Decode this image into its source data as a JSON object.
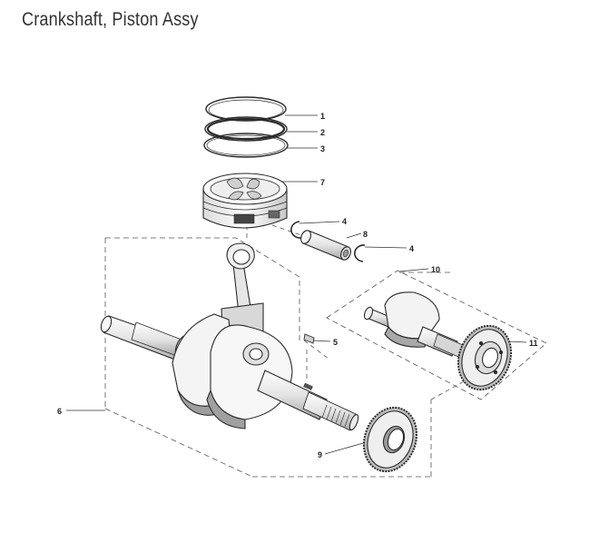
{
  "title": "Crankshaft, Piston Assy",
  "callouts": [
    {
      "id": "c1",
      "label": "1"
    },
    {
      "id": "c2",
      "label": "2"
    },
    {
      "id": "c3",
      "label": "3"
    },
    {
      "id": "c7",
      "label": "7"
    },
    {
      "id": "c4a",
      "label": "4"
    },
    {
      "id": "c8",
      "label": "8"
    },
    {
      "id": "c4b",
      "label": "4"
    },
    {
      "id": "c10",
      "label": "10"
    },
    {
      "id": "c5",
      "label": "5"
    },
    {
      "id": "c11",
      "label": "11"
    },
    {
      "id": "c6",
      "label": "6"
    },
    {
      "id": "c9",
      "label": "9"
    }
  ],
  "colors": {
    "line": "#2a2a2a",
    "part_fill": "#f2f2f2",
    "shade": "#bdbdbd",
    "dark": "#555555"
  }
}
